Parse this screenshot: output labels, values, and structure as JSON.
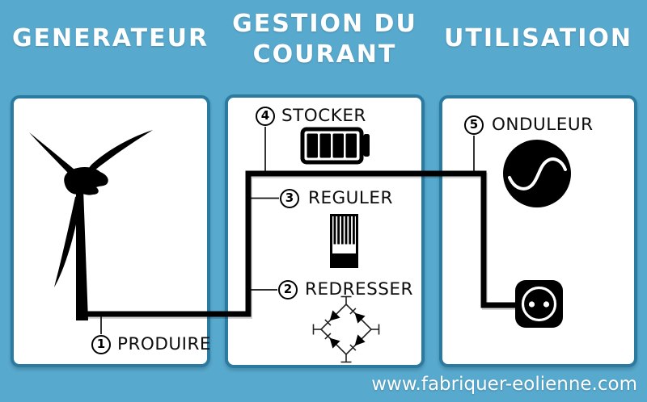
{
  "headers": {
    "generator": "GENERATEUR",
    "current_management_line1": "GESTION DU",
    "current_management_line2": "COURANT",
    "usage": "UTILISATION"
  },
  "steps": [
    {
      "num": "1",
      "label": "PRODUIRE"
    },
    {
      "num": "2",
      "label": "REDRESSER"
    },
    {
      "num": "3",
      "label": "REGULER"
    },
    {
      "num": "4",
      "label": "STOCKER"
    },
    {
      "num": "5",
      "label": "ONDULEUR"
    }
  ],
  "icons": {
    "generator_panel": "wind-turbine-icon",
    "store_step": "battery-icon",
    "regulate_step": "regulator-heatsink-icon",
    "rectify_step": "diode-bridge-icon",
    "inverter_step": "sine-wave-circle-icon",
    "usage_outlet": "power-outlet-icon"
  },
  "footer": {
    "website": "www.fabriquer-eolienne.com"
  },
  "colors": {
    "background": "#57a9ce",
    "panel_border": "#2b7ba1",
    "panel_fill": "#ffffff",
    "ink": "#000000",
    "text_on_blue": "#ffffff"
  }
}
